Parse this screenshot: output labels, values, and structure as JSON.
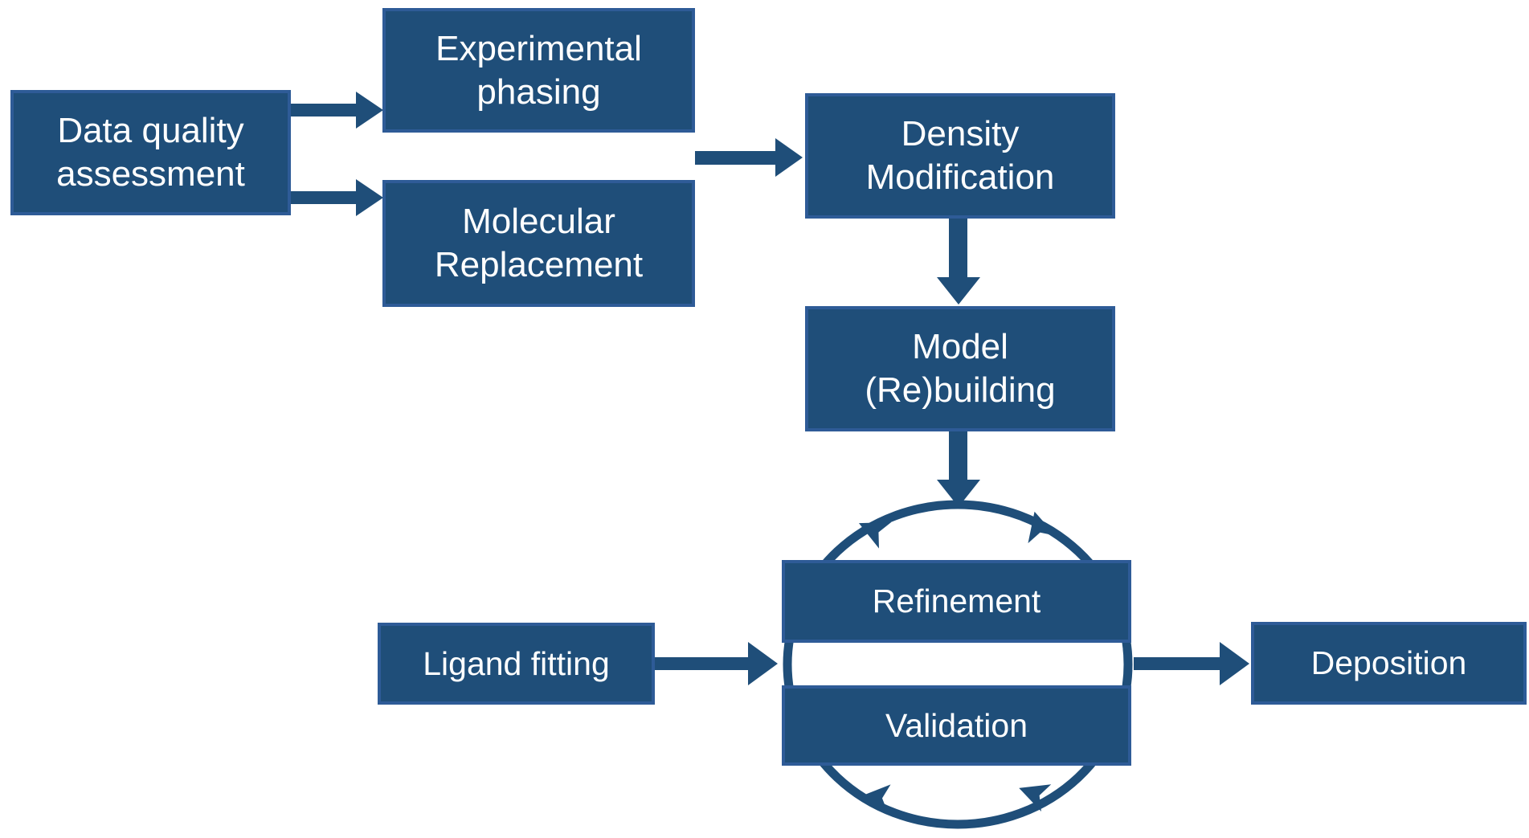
{
  "diagram": {
    "description": "Crystallographic structure solution workflow flowchart",
    "nodes": {
      "data_quality": {
        "line1": "Data quality",
        "line2": "assessment"
      },
      "experimental_phasing": {
        "line1": "Experimental",
        "line2": "phasing"
      },
      "molecular_replacement": {
        "line1": "Molecular",
        "line2": "Replacement"
      },
      "density_modification": {
        "line1": "Density",
        "line2": "Modification"
      },
      "model_rebuilding": {
        "line1": "Model",
        "line2": "(Re)building"
      },
      "refinement": {
        "line1": "Refinement"
      },
      "validation": {
        "line1": "Validation"
      },
      "ligand_fitting": {
        "line1": "Ligand fitting"
      },
      "deposition": {
        "line1": "Deposition"
      }
    },
    "edges": [
      "Data quality assessment -> Experimental phasing",
      "Data quality assessment -> Molecular Replacement",
      "Experimental phasing / Molecular Replacement -> Density Modification",
      "Density Modification -> Model (Re)building",
      "Model (Re)building -> Refinement/Validation cycle",
      "Ligand fitting -> Refinement/Validation cycle",
      "Refinement/Validation cycle -> Deposition"
    ],
    "cycle": {
      "members": [
        "Refinement",
        "Validation"
      ],
      "shape": "circular arrows"
    },
    "colors": {
      "box_fill": "#1F4E79",
      "box_border": "#2E5B97",
      "arrow": "#1F4E79",
      "text": "#FFFFFF",
      "background": "#FFFFFF"
    }
  }
}
